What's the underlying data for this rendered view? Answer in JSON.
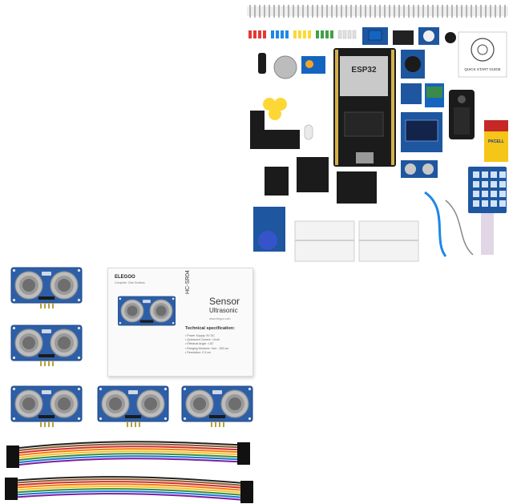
{
  "card": {
    "brand": "ELEGOO",
    "brand_sub": "Complete. Give Endless.",
    "model": "HC-SR04",
    "title_sensor": "Sensor",
    "title_ultrasonic": "Ultrasonic",
    "url": "www.elegoo.com",
    "spec_title": "Technical specification:",
    "specs": [
      "Power Supply: 5V DC",
      "Quiescent Current: <2mA",
      "Effectual Angle: <15°",
      "Ranging Distance: 2cm - 500 cm",
      "Resolution: 0.3 cm"
    ]
  },
  "kit": {
    "esp_label": "ESP32",
    "guide_label": "QUICK START GUIDE",
    "battery_label": "PKCELL"
  },
  "colors": {
    "board": "#2d5fa8",
    "board_dark": "#1f4785",
    "transducer": "#c8c8c8",
    "esp": "#1b1b1b"
  }
}
